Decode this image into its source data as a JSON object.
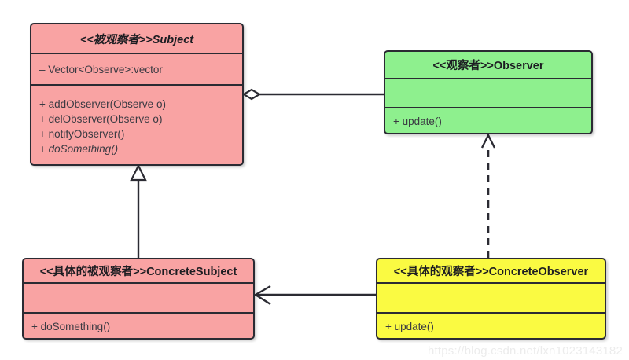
{
  "diagram": {
    "type": "uml-class-diagram",
    "title": "Observer Pattern UML Class Diagram",
    "background": "#ffffff",
    "colors": {
      "subject_fill": "#f9a3a3",
      "observer_fill": "#8ef08e",
      "concrete_observer_fill": "#fafa42",
      "stroke": "#2b2b33",
      "text": "#1d1d22",
      "watermark": "#ececec"
    }
  },
  "classes": {
    "subject": {
      "name": "<<被观察者>>Subject",
      "attributes": [
        "– Vector<Observe>:vector"
      ],
      "methods": [
        "+ addObserver(Observe o)",
        "+ delObserver(Observe o)",
        "+ notifyObserver()",
        "+ doSomething()"
      ],
      "abstract_methods": [
        "+ doSomething()"
      ],
      "fill": "#f9a3a3"
    },
    "observer": {
      "name": "<<观察者>>Observer",
      "attributes": [],
      "methods": [
        "+ update()"
      ],
      "fill": "#8ef08e"
    },
    "concrete_subject": {
      "name": "<<具体的被观察者>>ConcreteSubject",
      "attributes": [],
      "methods": [
        "+ doSomething()"
      ],
      "fill": "#f9a3a3"
    },
    "concrete_observer": {
      "name": "<<具体的观察者>>ConcreteObserver",
      "attributes": [],
      "methods": [
        "+ update()"
      ],
      "fill": "#fafa42"
    }
  },
  "relations": [
    {
      "id": "aggregation-subject-observer",
      "kind": "aggregation",
      "from": "observer",
      "to": "subject",
      "line": "solid",
      "marker": "hollow-diamond",
      "label": ""
    },
    {
      "id": "generalization-concretesubject-subject",
      "kind": "generalization",
      "from": "concrete_subject",
      "to": "subject",
      "line": "solid",
      "marker": "hollow-triangle",
      "label": ""
    },
    {
      "id": "realization-concreteobserver-observer",
      "kind": "realization",
      "from": "concrete_observer",
      "to": "observer",
      "line": "dashed",
      "marker": "hollow-triangle",
      "label": ""
    },
    {
      "id": "association-concreteobserver-concretesubject",
      "kind": "association",
      "from": "concrete_observer",
      "to": "concrete_subject",
      "line": "solid",
      "marker": "open-arrow",
      "label": ""
    }
  ],
  "watermark": {
    "text": "https://blog.csdn.net/lxn1023143182"
  }
}
